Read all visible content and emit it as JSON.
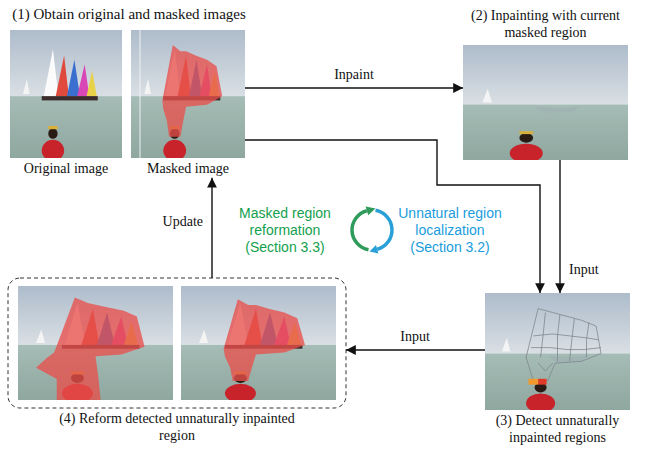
{
  "diagram": {
    "nodes": [
      {
        "text": [
          "Original image"
        ]
      },
      {
        "text": [
          "Masked image"
        ]
      },
      {
        "text": [
          "(2) Inpainting with current masked region"
        ]
      },
      {
        "text": [
          "(3) Detect unnaturally inpainted regions"
        ]
      },
      {
        "text": [
          "(4) Reform detected unnaturally inpainted region"
        ]
      }
    ],
    "edges": [
      {
        "from": 1,
        "to": 2,
        "label": "Inpaint",
        "arrow": "to"
      },
      {
        "from": 2,
        "to": 3,
        "label": "Input",
        "arrow": "to"
      },
      {
        "from": 1,
        "to": 3,
        "arrow": "to"
      },
      {
        "from": 3,
        "to": 4,
        "label": "Input",
        "arrow": "to"
      },
      {
        "from": 4,
        "to": 1,
        "label": "Update",
        "arrow": "to"
      }
    ],
    "labels": [
      "(1) Obtain original and masked images",
      "Masked region reformation (Section 3.3)",
      "Unnatural region localization (Section 3.2)"
    ]
  }
}
